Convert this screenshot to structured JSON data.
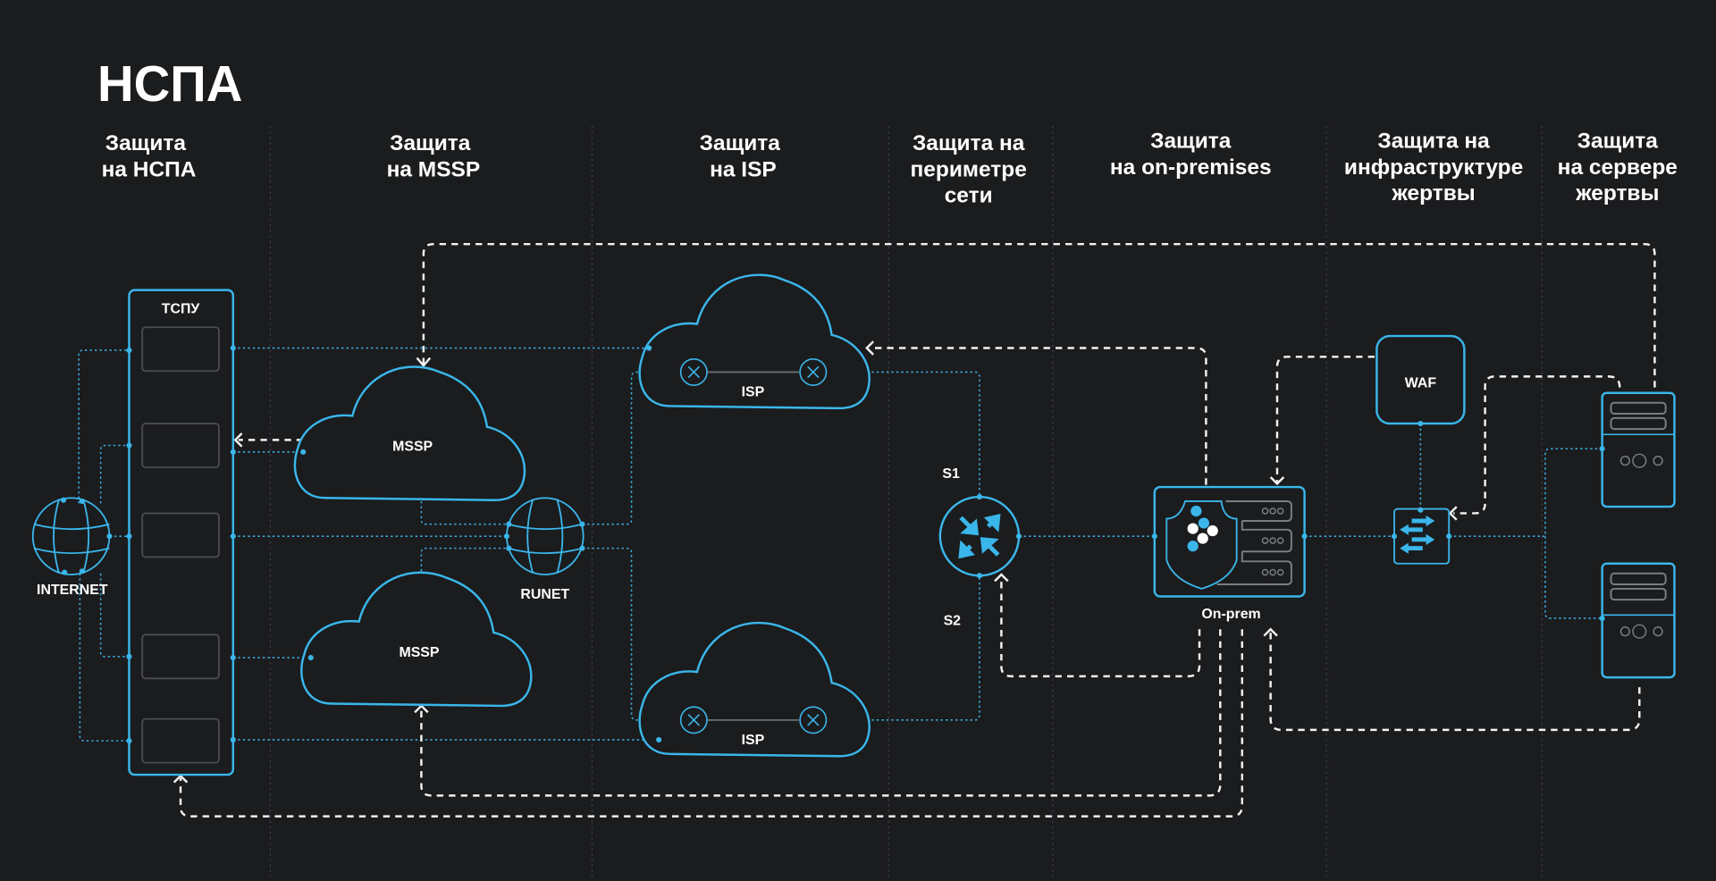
{
  "title": "НСПА",
  "columns": [
    {
      "lines": [
        "Защита",
        "на НСПА"
      ]
    },
    {
      "lines": [
        "Защита",
        "на MSSP"
      ]
    },
    {
      "lines": [
        "Защита",
        "на ISP"
      ]
    },
    {
      "lines": [
        "Защита на",
        "периметре",
        "сети"
      ]
    },
    {
      "lines": [
        "Защита",
        "на on-premises"
      ]
    },
    {
      "lines": [
        "Защита на",
        "инфраструктуре",
        "жертвы"
      ]
    },
    {
      "lines": [
        "Защита",
        "на сервере",
        "жертвы"
      ]
    }
  ],
  "nodes": {
    "internet": "INTERNET",
    "tspu": "ТСПУ",
    "mssp_top": "MSSP",
    "mssp_bottom": "MSSP",
    "runet": "RUNET",
    "isp_top": "ISP",
    "isp_bottom": "ISP",
    "s1": "S1",
    "s2": "S2",
    "onprem": "On-prem",
    "waf": "WAF"
  },
  "colors": {
    "background": "#1b1c1e",
    "accent": "#3ab6ea",
    "flow": "#f2f2f2",
    "divider": "#3c3e42"
  }
}
